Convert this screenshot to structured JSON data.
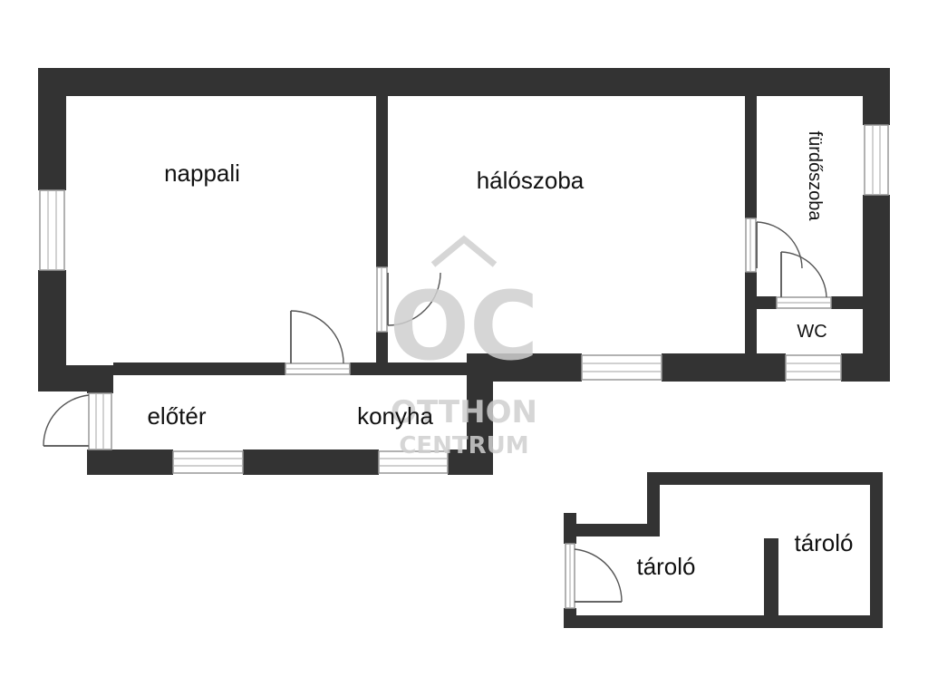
{
  "rooms": {
    "nappali": "nappali",
    "haloszoba": "hálószoba",
    "furdoszoba": "fürdőszoba",
    "wc": "WC",
    "eloter": "előtér",
    "konyha": "konyha",
    "tarolo_1": "tároló",
    "tarolo_2": "tároló"
  },
  "watermark": {
    "logo": "OC",
    "line1": "OTTHON",
    "line2": "CENTRUM"
  },
  "colors": {
    "wall": "#333333",
    "background": "#ffffff",
    "watermark": "#cfcfcf"
  }
}
